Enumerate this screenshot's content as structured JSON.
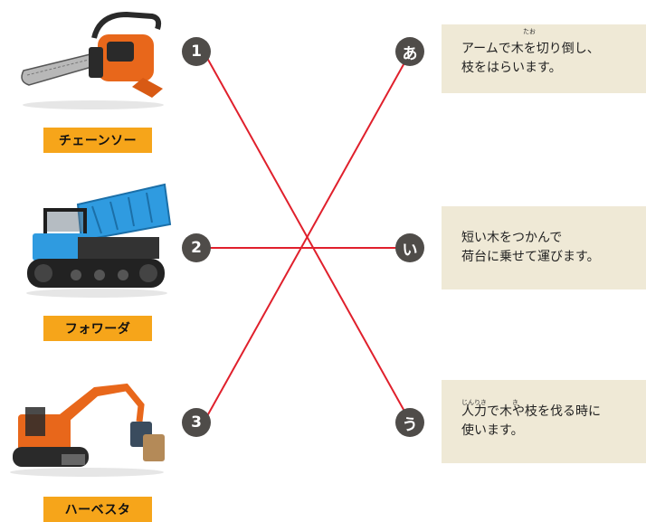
{
  "machines": [
    {
      "number": "1",
      "name": "チェーンソー",
      "icon": "chainsaw"
    },
    {
      "number": "2",
      "name": "フォワーダ",
      "icon": "forwarder"
    },
    {
      "number": "3",
      "name": "ハーベスタ",
      "icon": "harvester"
    }
  ],
  "descriptions": [
    {
      "marker": "あ",
      "lines": [
        "アームで木を切り倒し、",
        "枝をはらいます。"
      ],
      "ruby": "たお"
    },
    {
      "marker": "い",
      "lines": [
        "短い木をつかんで",
        "荷台に乗せて運びます。"
      ]
    },
    {
      "marker": "う",
      "lines": [
        "人力で木や枝を伐る時に",
        "使います。"
      ],
      "ruby": "じんりき　　　　き"
    }
  ],
  "matches": [
    {
      "machine": "1",
      "description": "う"
    },
    {
      "machine": "2",
      "description": "い"
    },
    {
      "machine": "3",
      "description": "あ"
    }
  ],
  "colors": {
    "line": "#e0202c",
    "label_bg": "#f6a51a",
    "card_bg": "#efe9d6",
    "dot_bg": "#4f4c49"
  }
}
